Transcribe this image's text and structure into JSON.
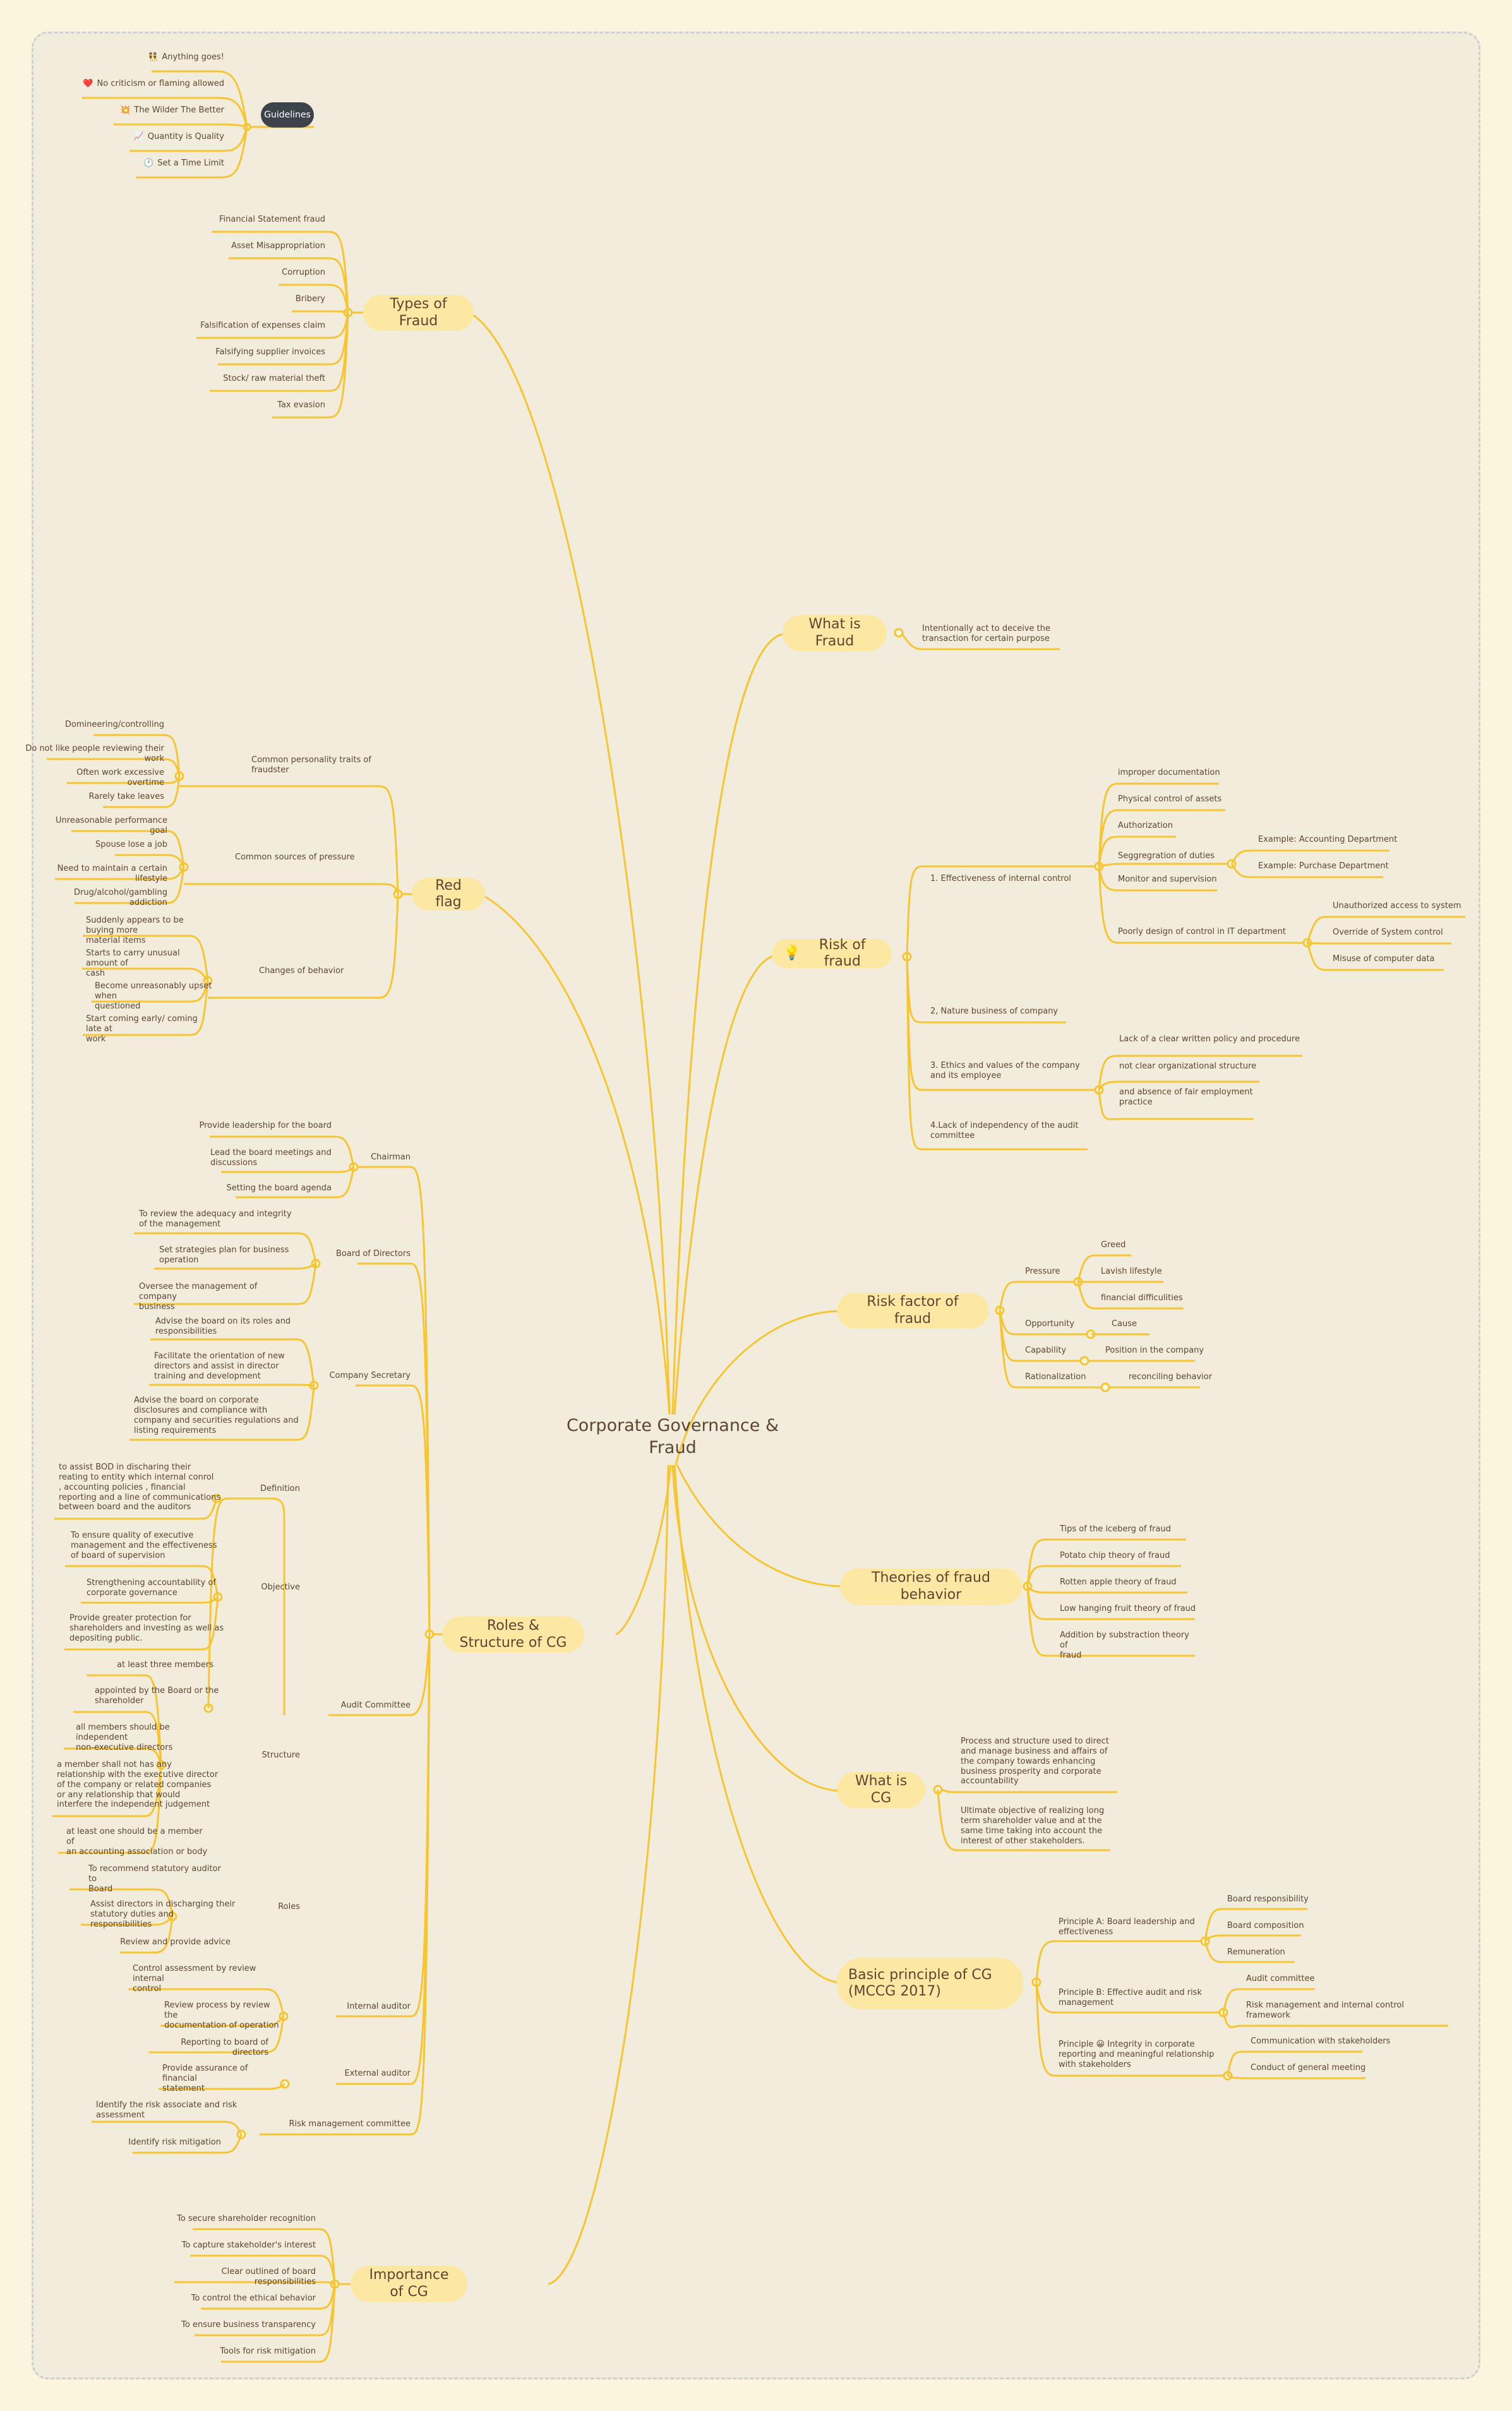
{
  "central": {
    "title": "Corporate Governance &\nFraud"
  },
  "guidelines": {
    "label": "Guidelines",
    "items": [
      {
        "icon": "people-icon",
        "glyph": "👯",
        "text": "Anything goes!"
      },
      {
        "icon": "heart-icon",
        "glyph": "❤️",
        "text": "No criticism or flaming allowed"
      },
      {
        "icon": "explosion-icon",
        "glyph": "💥",
        "text": "The Wilder The Better"
      },
      {
        "icon": "chart-icon",
        "glyph": "📈",
        "text": "Quantity is Quality"
      },
      {
        "icon": "clock-icon",
        "glyph": "🕐",
        "text": "Set a Time Limit"
      }
    ]
  },
  "types_of_fraud": {
    "label": "Types of Fraud",
    "items": [
      "Financial Statement fraud",
      "Asset Misappropriation",
      "Corruption",
      "Bribery",
      "Falsification of expenses claim",
      "Falsifying supplier invoices",
      "Stock/ raw material theft",
      "Tax evasion"
    ]
  },
  "what_is_fraud": {
    "label": "What is Fraud",
    "items": [
      "Intentionally act to deceive the\ntransaction for certain purpose"
    ]
  },
  "risk_of_fraud": {
    "label": "Risk of fraud",
    "icon_glyph": "💡",
    "branches": [
      {
        "label": "1. Effectiveness of internal control",
        "children": [
          {
            "label": "improper documentation"
          },
          {
            "label": "Physical control of assets"
          },
          {
            "label": "Authorization"
          },
          {
            "label": "Seggregration of duties",
            "children": [
              "Example: Accounting Department",
              "Example: Purchase Department"
            ]
          },
          {
            "label": "Monitor and supervision"
          },
          {
            "label": "Poorly design of control in IT department",
            "children": [
              "Unauthorized access to system",
              "Override of System control",
              "Misuse of computer data"
            ]
          }
        ]
      },
      {
        "label": "2, Nature business of company"
      },
      {
        "label": "3. Ethics and values of the company\nand its employee",
        "children": [
          {
            "label": "Lack of a clear written policy and procedure"
          },
          {
            "label": "not clear organizational structure"
          },
          {
            "label": "and absence of fair employment\npractice"
          }
        ]
      },
      {
        "label": "4.Lack of independency of the audit\ncommittee"
      }
    ]
  },
  "red_flag": {
    "label": "Red flag",
    "branches": [
      {
        "label": "Common personality traits of\nfraudster",
        "children": [
          "Domineering/controlling",
          "Do not like people reviewing their work",
          "Often work excessive overtime",
          "Rarely take leaves"
        ]
      },
      {
        "label": "Common sources of pressure",
        "children": [
          "Unreasonable performance goal",
          "Spouse lose a job",
          "Need to maintain a certain lifestyle",
          "Drug/alcohol/gambling addiction"
        ]
      },
      {
        "label": "Changes of behavior",
        "children": [
          "Suddenly appears to be buying more\nmaterial items",
          "Starts to carry unusual amount of\ncash",
          "Become unreasonably upset when\nquestioned",
          "Start coming early/ coming late at\nwork"
        ]
      }
    ]
  },
  "risk_factor": {
    "label": "Risk factor of fraud",
    "branches": [
      {
        "label": "Pressure",
        "children": [
          "Greed",
          "Lavish lifestyle",
          "financial difficulities"
        ]
      },
      {
        "label": "Opportunity",
        "children": [
          "Cause"
        ]
      },
      {
        "label": "Capability",
        "children": [
          "Position in the company"
        ]
      },
      {
        "label": "Rationalization",
        "children": [
          "reconciling behavior"
        ]
      }
    ]
  },
  "theories": {
    "label": "Theories of fraud behavior",
    "items": [
      "Tips of the iceberg of fraud",
      "Potato chip theory of fraud",
      "Rotten apple theory of fraud",
      "Low hanging fruit theory of fraud",
      "Addition by substraction theory of\nfraud"
    ]
  },
  "what_is_cg": {
    "label": "What is CG",
    "items": [
      "Process and structure used to direct\nand manage business and affairs of\nthe company towards enhancing\nbusiness prosperity and corporate\naccountability",
      "Ultimate objective of realizing long\nterm shareholder value and at the\nsame time taking into account the\ninterest of other stakeholders."
    ]
  },
  "basic_principle": {
    "label": "Basic principle of CG (MCCG\n2017)",
    "branches": [
      {
        "label": "Principle A: Board leadership and\neffectiveness",
        "children": [
          "Board responsibility",
          "Board composition",
          "Remuneration"
        ]
      },
      {
        "label": "Principle B: Effective audit and risk\nmanagement",
        "children": [
          "Audit committee",
          "Risk management and internal control\nframework"
        ]
      },
      {
        "label": "Principle 😀 Integrity in corporate\nreporting and meaningful relationship\nwith stakeholders",
        "children": [
          "Communication with stakeholders",
          "Conduct of general meeting"
        ]
      }
    ]
  },
  "roles_structure": {
    "label": "Roles & Structure of CG",
    "branches": [
      {
        "label": "Chairman",
        "children": [
          "Provide leadership for the board",
          "Lead the board meetings and\ndiscussions",
          "Setting the board agenda"
        ]
      },
      {
        "label": "Board of Directors",
        "children": [
          "To review the adequacy and integrity\nof the management",
          "Set strategies plan for business\noperation",
          "Oversee the management of company\nbusiness"
        ]
      },
      {
        "label": "Company Secretary",
        "children": [
          "Advise the board on its roles and\nresponsibilities",
          "Facilitate the orientation of new\ndirectors and assist in director\ntraining and development",
          "Advise the board on corporate\ndisclosures and compliance with\ncompany and securities regulations and\nlisting requirements"
        ]
      },
      {
        "label": "Audit Committee",
        "children": [
          {
            "label": "Definition",
            "children": [
              "to assist BOD in discharing their\nreating to entity which internal conrol\n, accounting policies , financial\nreporting and a line of communications\nbetween board and the auditors"
            ]
          },
          {
            "label": "Objective",
            "children": [
              "To ensure quality of executive\nmanagement and the effectiveness\nof board of supervision",
              "Strengthening accountability of\ncorporate governance",
              "Provide greater protection for\nshareholders and investing as well as\ndepositing public."
            ]
          },
          {
            "label": "Structure",
            "children": [
              "at least three members",
              "appointed by the Board or the\nshareholder",
              "all members should be independent\nnon-executive directors",
              "a member shall not has any\nrelationship with the executive director\nof the company or related companies\nor any relationship that would\ninterfere the independent judgement",
              "at least one should be a member of\nan accounting association or body"
            ]
          },
          {
            "label": "Roles",
            "children": [
              "To recommend statutory auditor to\nBoard",
              "Assist directors in discharging their\nstatutory duties and responsibilities",
              "Review and provide advice"
            ]
          }
        ]
      },
      {
        "label": "Internal auditor",
        "children": [
          "Control assessment by review internal\ncontrol",
          "Review process by review the\ndocumentation of operation",
          "Reporting to board of directors"
        ]
      },
      {
        "label": "External auditor",
        "children": [
          "Provide assurance of financial\nstatement"
        ]
      },
      {
        "label": "Risk management committee",
        "children": [
          "Identify the risk associate and risk\nassessment",
          "Identify risk mitigation"
        ]
      }
    ]
  },
  "importance": {
    "label": "Importance of CG",
    "items": [
      "To secure shareholder recognition",
      "To capture stakeholder's interest",
      "Clear outlined of board responsibilities",
      "To control the ethical behavior",
      "To ensure business transparency",
      "Tools for risk mitigation"
    ]
  },
  "colors": {
    "branch": "#f7c533",
    "topic_bg": "#fde8a3",
    "text": "#5c4631",
    "canvas": "#f2ecdc",
    "page": "#fbf5de",
    "guideline_bg": "#3d434a"
  }
}
